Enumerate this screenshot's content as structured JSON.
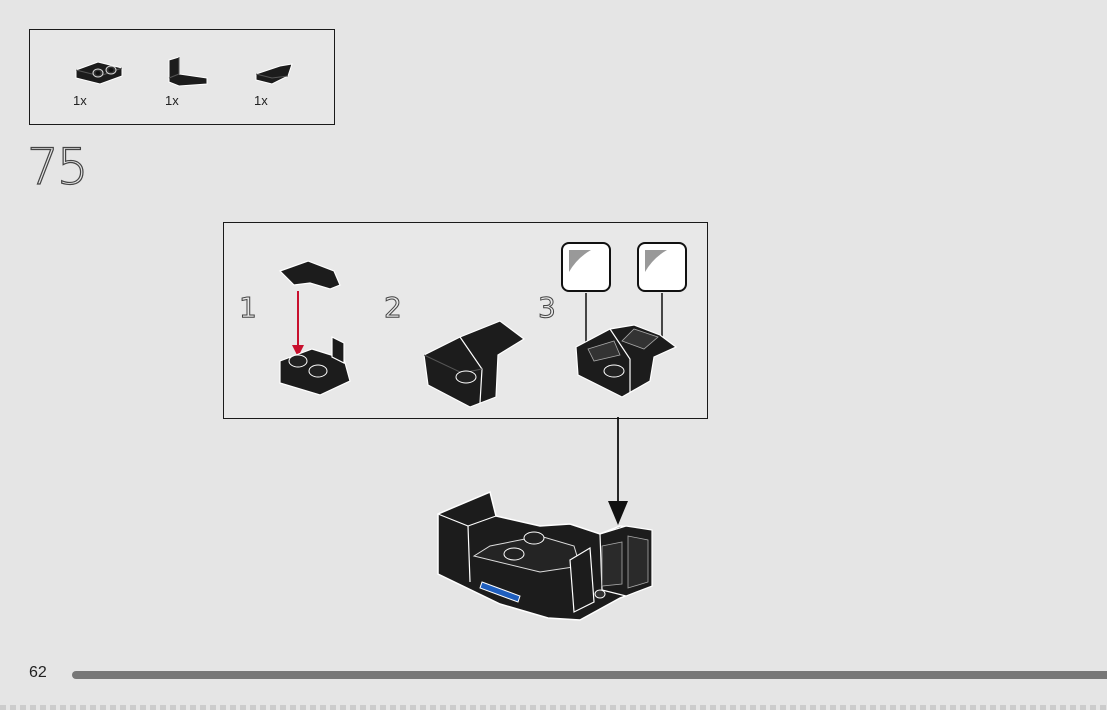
{
  "parts_list": {
    "items": [
      {
        "part": "bracket-plate-icon",
        "quantity": "1x"
      },
      {
        "part": "panel-icon",
        "quantity": "1x"
      },
      {
        "part": "wedge-plate-icon",
        "quantity": "1x"
      }
    ]
  },
  "step": {
    "number": "75"
  },
  "substeps": [
    {
      "number": "1"
    },
    {
      "number": "2"
    },
    {
      "number": "3"
    }
  ],
  "colors": {
    "background": "#e5e5e5",
    "brick": "#1c1c1c",
    "arrow_red": "#c8102e",
    "accent_blue": "#1f5fbf"
  },
  "footer": {
    "page_number": "62"
  }
}
